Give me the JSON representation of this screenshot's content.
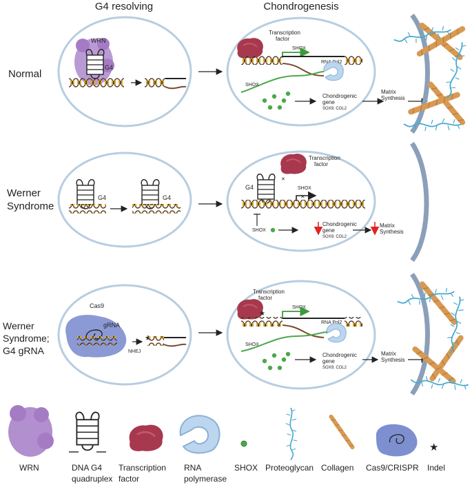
{
  "headers": {
    "left": "G4 resolving",
    "right": "Chondrogenesis"
  },
  "rows": {
    "normal": "Normal",
    "werner_line1": "Werner",
    "werner_line2": "Syndrome",
    "g4gRNA_line1": "Werner",
    "g4gRNA_line2": "Syndrome;",
    "g4gRNA_line3": "G4 gRNA"
  },
  "labels": {
    "wrn": "WRN",
    "g4": "G4",
    "transcription": "Transcription",
    "factor": "factor",
    "shox": "SHOX",
    "rna_pol2": "RNA Pol2",
    "chondrogenic": "Chondrogenic",
    "gene": "gene",
    "sox9": "SOX9; COL2",
    "matrix": "Matrix",
    "synthesis": "Synthesis",
    "cas9": "Cas9",
    "grna": "gRNA",
    "nhej": "NHEJ"
  },
  "legend": {
    "wrn": "WRN",
    "g4_line1": "DNA G4",
    "g4_line2": "quadruplex",
    "tf_line1": "Transcription",
    "tf_line2": "factor",
    "rnap_line1": "RNA",
    "rnap_line2": "polymerase",
    "shox": "SHOX",
    "proteoglycan": "Proteoglycan",
    "collagen": "Collagen",
    "cas9": "Cas9/CRISPR",
    "indel": "Indel"
  },
  "colors": {
    "dna_strand": "#7a4a2a",
    "dna_bar": "#d8a92a",
    "wrn": "#b28fcf",
    "tf": "#a8384e",
    "rnap": "#bcd6ef",
    "shox": "#4aa84a",
    "proteoglycan": "#46a9cf",
    "collagen": "#d89a52",
    "cas9": "#7e8fcf",
    "indel": "#3bb34a",
    "inhibit": "#e02424"
  }
}
